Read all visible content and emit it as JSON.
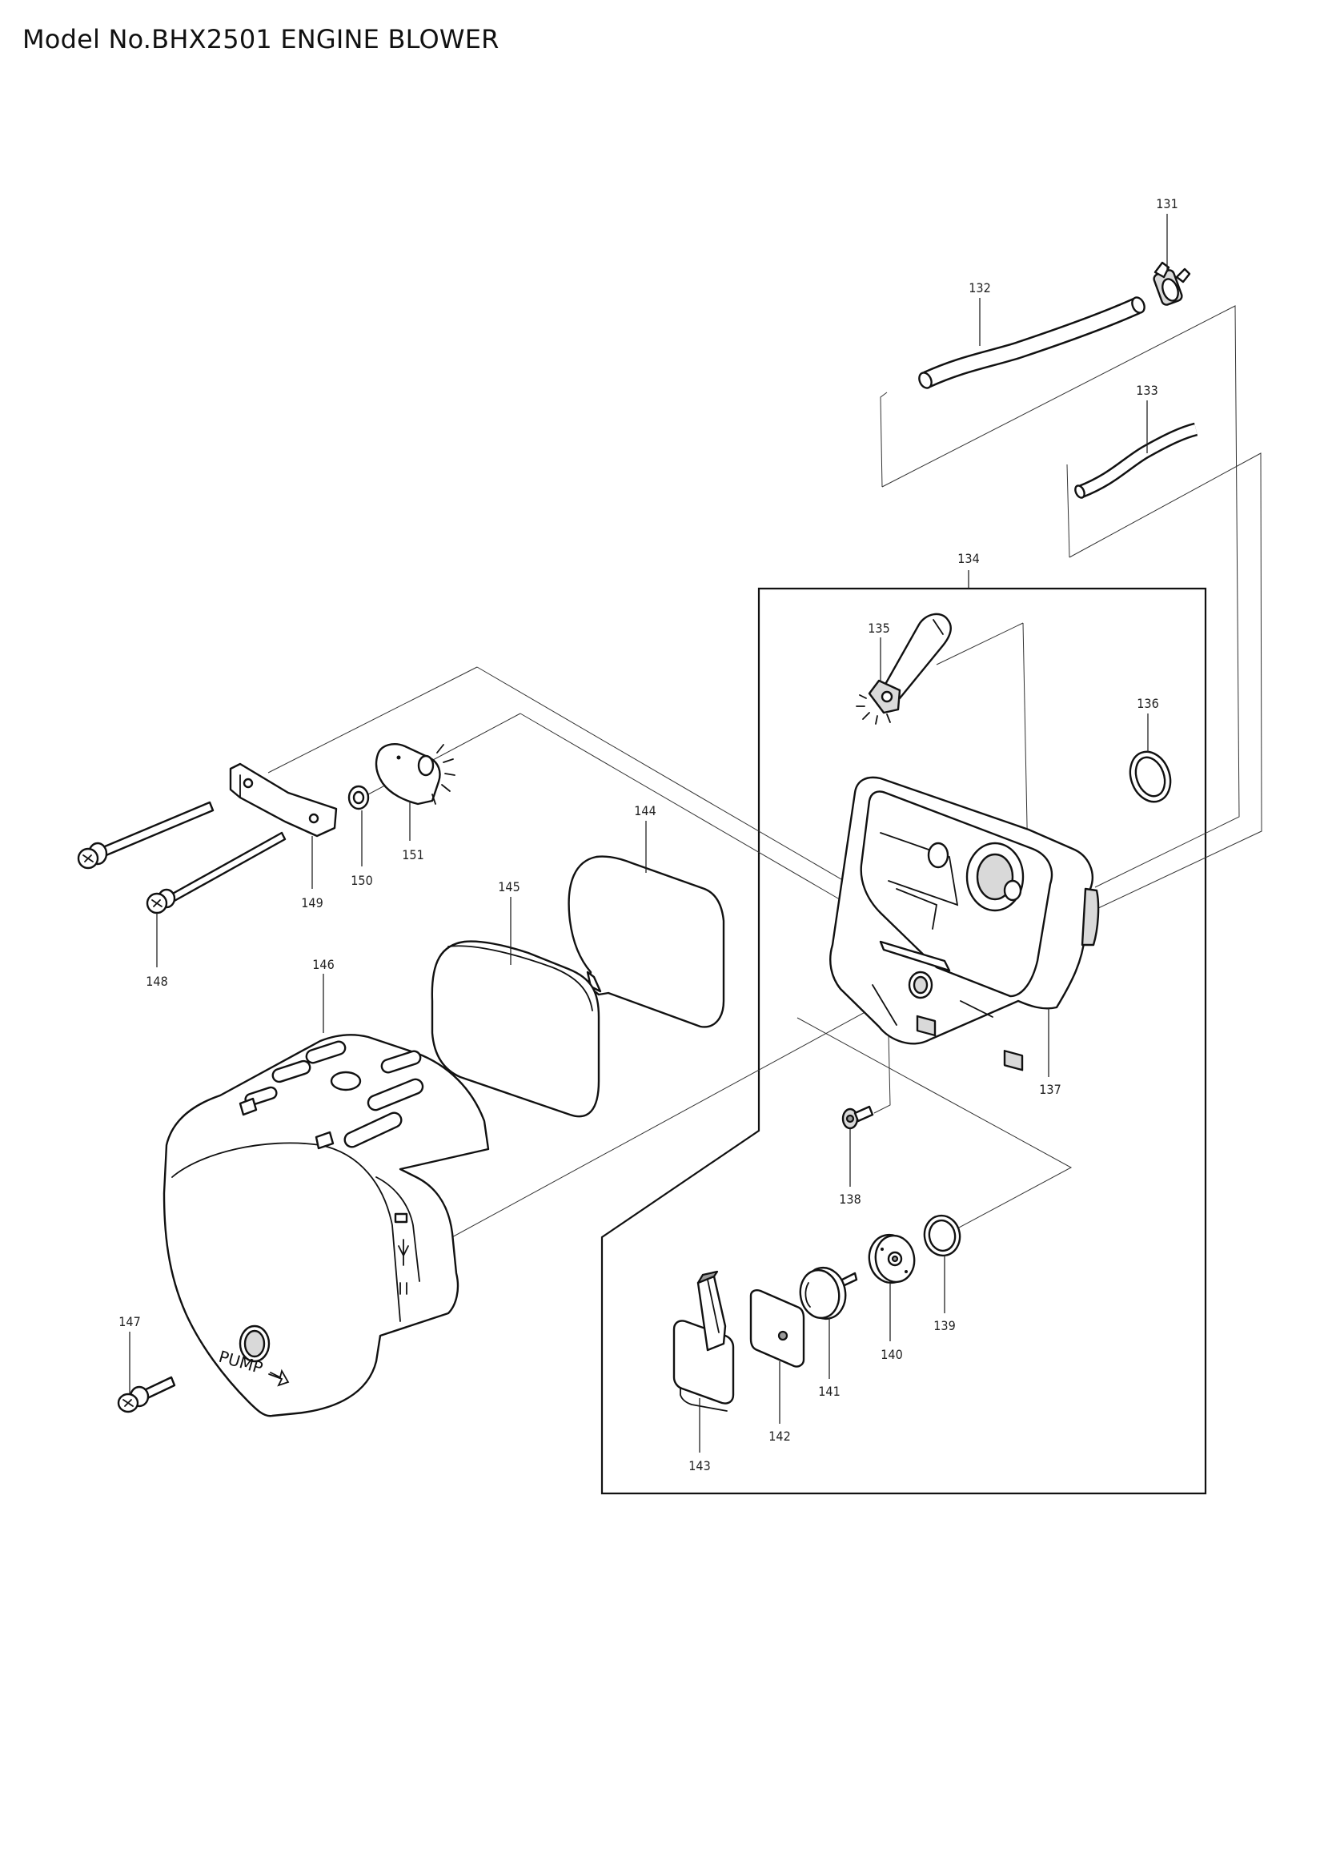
{
  "title": "Model No.BHX2501 ENGINE BLOWER",
  "labels": {
    "p131": "131",
    "p132": "132",
    "p133": "133",
    "p134": "134",
    "p135": "135",
    "p136": "136",
    "p137": "137",
    "p138": "138",
    "p139": "139",
    "p140": "140",
    "p141": "141",
    "p142": "142",
    "p143": "143",
    "p144": "144",
    "p145": "145",
    "p146": "146",
    "p147": "147",
    "p148": "148",
    "p149": "149",
    "p150": "150",
    "p151": "151"
  },
  "cover_marking": "PUMP"
}
